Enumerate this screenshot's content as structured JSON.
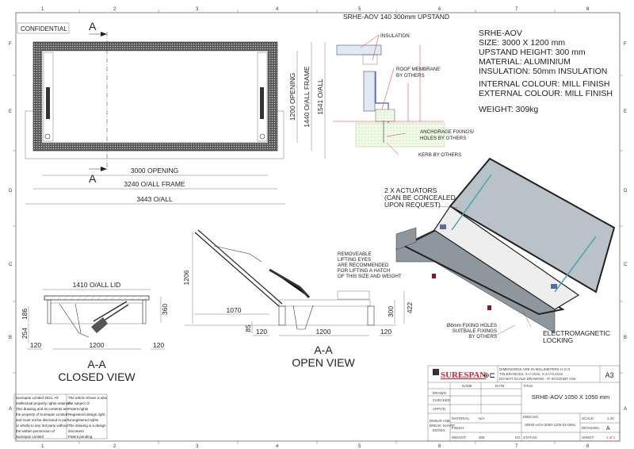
{
  "sheet": {
    "columns": [
      "1",
      "2",
      "3",
      "4",
      "5",
      "6",
      "7",
      "8"
    ],
    "rows": [
      "F",
      "E",
      "D",
      "C",
      "B",
      "A"
    ],
    "confidential_label": "CONFIDENTIAL"
  },
  "plan_view": {
    "section_marker": "A",
    "dims": {
      "opening_width": "3000 OPENING",
      "frame_width": "3240 O/ALL FRAME",
      "overall_width": "3443 O/ALL",
      "opening_height": "1200 OPENING",
      "frame_height": "1440 O/ALL FRAME",
      "overall_height": "1541 O/ALL"
    }
  },
  "detail_view": {
    "title": "SRHE-AOV 140 300mm UPSTAND",
    "labels": {
      "insulation": "INSULATION",
      "roof_membrane": [
        "ROOF MEMBRANE",
        "BY OTHERS"
      ],
      "anchorage": [
        "ANCHORAGE FIXINGS/",
        "HOLES BY OTHERS"
      ],
      "kerb": "KERB BY OTHERS"
    }
  },
  "spec": {
    "lines": [
      "SRHE-AOV",
      "SIZE: 3000 X 1200 mm",
      "UPSTAND HEIGHT: 300 mm",
      "MATERIAL: ALUMINIUM",
      "INSULATION: 50mm INSULATION",
      "INTERNAL COLOUR: MILL FINISH",
      "EXTERNAL COLOUR: MILL FINISH",
      "WEIGHT: 309kg"
    ]
  },
  "closed_view": {
    "title": [
      "A-A",
      "CLOSED VIEW"
    ],
    "dims": {
      "lid": "1410 O/ALL LID",
      "h1": "186",
      "h2": "254",
      "h3": "360",
      "left": "120",
      "mid": "1200",
      "right": "120"
    }
  },
  "open_view": {
    "title": [
      "A-A",
      "OPEN VIEW"
    ],
    "dims": {
      "height": "1206",
      "reach": "1070",
      "d85": "85",
      "left": "120",
      "mid": "1200",
      "right": "120",
      "h300": "300",
      "h422": "422"
    },
    "note": [
      "REMOVEABLE",
      "LIFTING EYES",
      "ARE RECOMMENDED",
      "FOR LIFTING A HATCH",
      "OF THIS SIZE AND WEIGHT"
    ]
  },
  "iso_view": {
    "actuators": [
      "2 X ACTUATORS",
      "(CAN BE CONCEALED",
      "UPON REQUEST)"
    ],
    "fixing": [
      "Ø8mm FIXING HOLES",
      "SUITBALE FIXINGS",
      "BY OTHERS"
    ],
    "locking": [
      "ELECTROMAGNETIC",
      "LOCKING"
    ]
  },
  "notes": {
    "copyright": [
      "Surespan Limited 2021. All",
      "intellectual property rights retained.",
      "This drawing and its contents are",
      "the property of Surespan Limited",
      "and must not be disclosed in part",
      "or wholly to any 3rd party without",
      "the written permission of",
      "Surespan Limited"
    ],
    "patents": [
      "The article shown is also",
      "the subject of",
      "Patent rights",
      "Registered design right",
      "Unregistered rights",
      "The drawing is a design",
      "document",
      "Patent pending"
    ]
  },
  "title_block": {
    "brand": "SURESPAN",
    "brand_color": "#e0202c",
    "tolerance": [
      "DIMENSIONS ARE IN MILLIMETERS U.O.S",
      "TOLERANCES: X+/-2mm, X.X+/-0.2mm",
      "DO NOT SCALE DRAWING - IF IN DOUBT ASK"
    ],
    "sheet_size": "A3",
    "name_header": "NAME",
    "date_header": "DATE",
    "drawn": "DRAWN",
    "checked": "CHECKED",
    "approved": "APPV'D",
    "title_label": "TITLE:",
    "title": "SRHE-AOV 1050 X 1050 mm",
    "deburr": [
      "DEBUR AND",
      "BREAK SHARP",
      "EDGES"
    ],
    "material_label": "MATERIAL:",
    "material": "N/A",
    "finish_label": "FINISH:",
    "weight_label": "WEIGHT:",
    "weight": "309",
    "weight_unit": "KG",
    "dwg_label": "DWG NO.",
    "dwg_no": "SRHE-AOV-3000-1200-01-0091",
    "status_label": "STATUS:",
    "scale_label": "SCALE:",
    "scale": "1:20",
    "revision_label": "REVISION:",
    "revision": "A",
    "sheet_label": "SHEET:",
    "sheet": "1 of 1"
  }
}
